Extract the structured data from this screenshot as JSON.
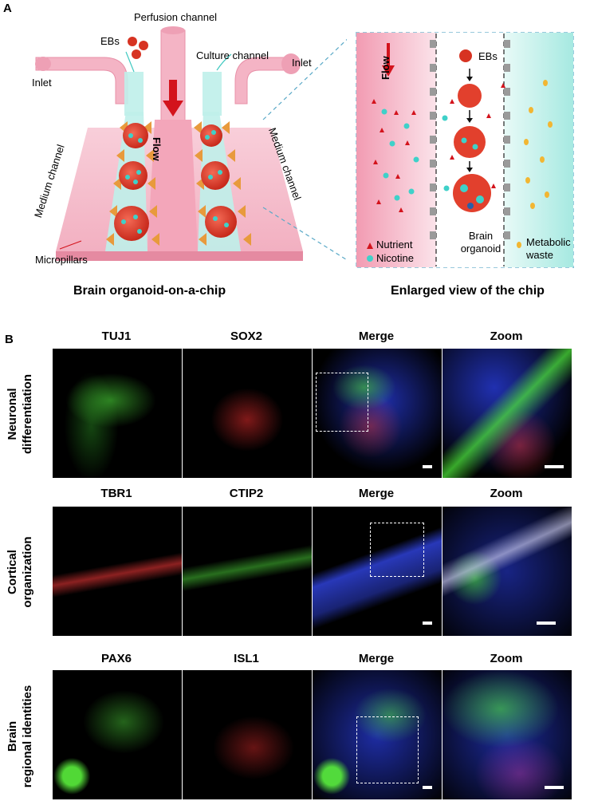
{
  "panel_a": {
    "letter": "A",
    "labels": {
      "perfusion_channel": "Perfusion channel",
      "ebs": "EBs",
      "culture_channel": "Culture channel",
      "inlet_left": "Inlet",
      "inlet_right": "Inlet",
      "flow": "Flow",
      "medium_channel_left": "Medium channel",
      "medium_channel_right": "Medium channel",
      "micropillars": "Micropillars"
    },
    "enlarged": {
      "flow": "Flow",
      "ebs": "EBs",
      "nutrient": "Nutrient",
      "nicotine": "Nicotine",
      "brain_organoid_1": "Brain",
      "brain_organoid_2": "organoid",
      "metabolic_waste_1": "Metabolic",
      "metabolic_waste_2": "waste"
    },
    "caption_left": "Brain organoid-on-a-chip",
    "caption_right": "Enlarged view of the chip"
  },
  "panel_b": {
    "letter": "B",
    "rows": [
      {
        "label_lines": [
          "Neuronal",
          "differentiation"
        ],
        "headers": [
          "TUJ1",
          "SOX2",
          "Merge",
          "Zoom"
        ]
      },
      {
        "label_lines": [
          "Cortical",
          "organization"
        ],
        "headers": [
          "TBR1",
          "CTIP2",
          "Merge",
          "Zoom"
        ]
      },
      {
        "label_lines": [
          "Brain",
          "regional identities"
        ],
        "headers": [
          "PAX6",
          "ISL1",
          "Merge",
          "Zoom"
        ]
      }
    ]
  },
  "colors": {
    "pink_channel": "#f2a9bd",
    "culture_cyan": "#bff0ea",
    "pillar_orange": "#e89a3c",
    "organoid_red": "#e2402d",
    "flow_arrow": "#d3131c",
    "nicotine_cyan": "#3fd1c9",
    "waste_yellow": "#f2b632",
    "stain_green": "#3ee63a",
    "stain_red": "#ff3b3b",
    "stain_blue": "#2b3bd8"
  }
}
